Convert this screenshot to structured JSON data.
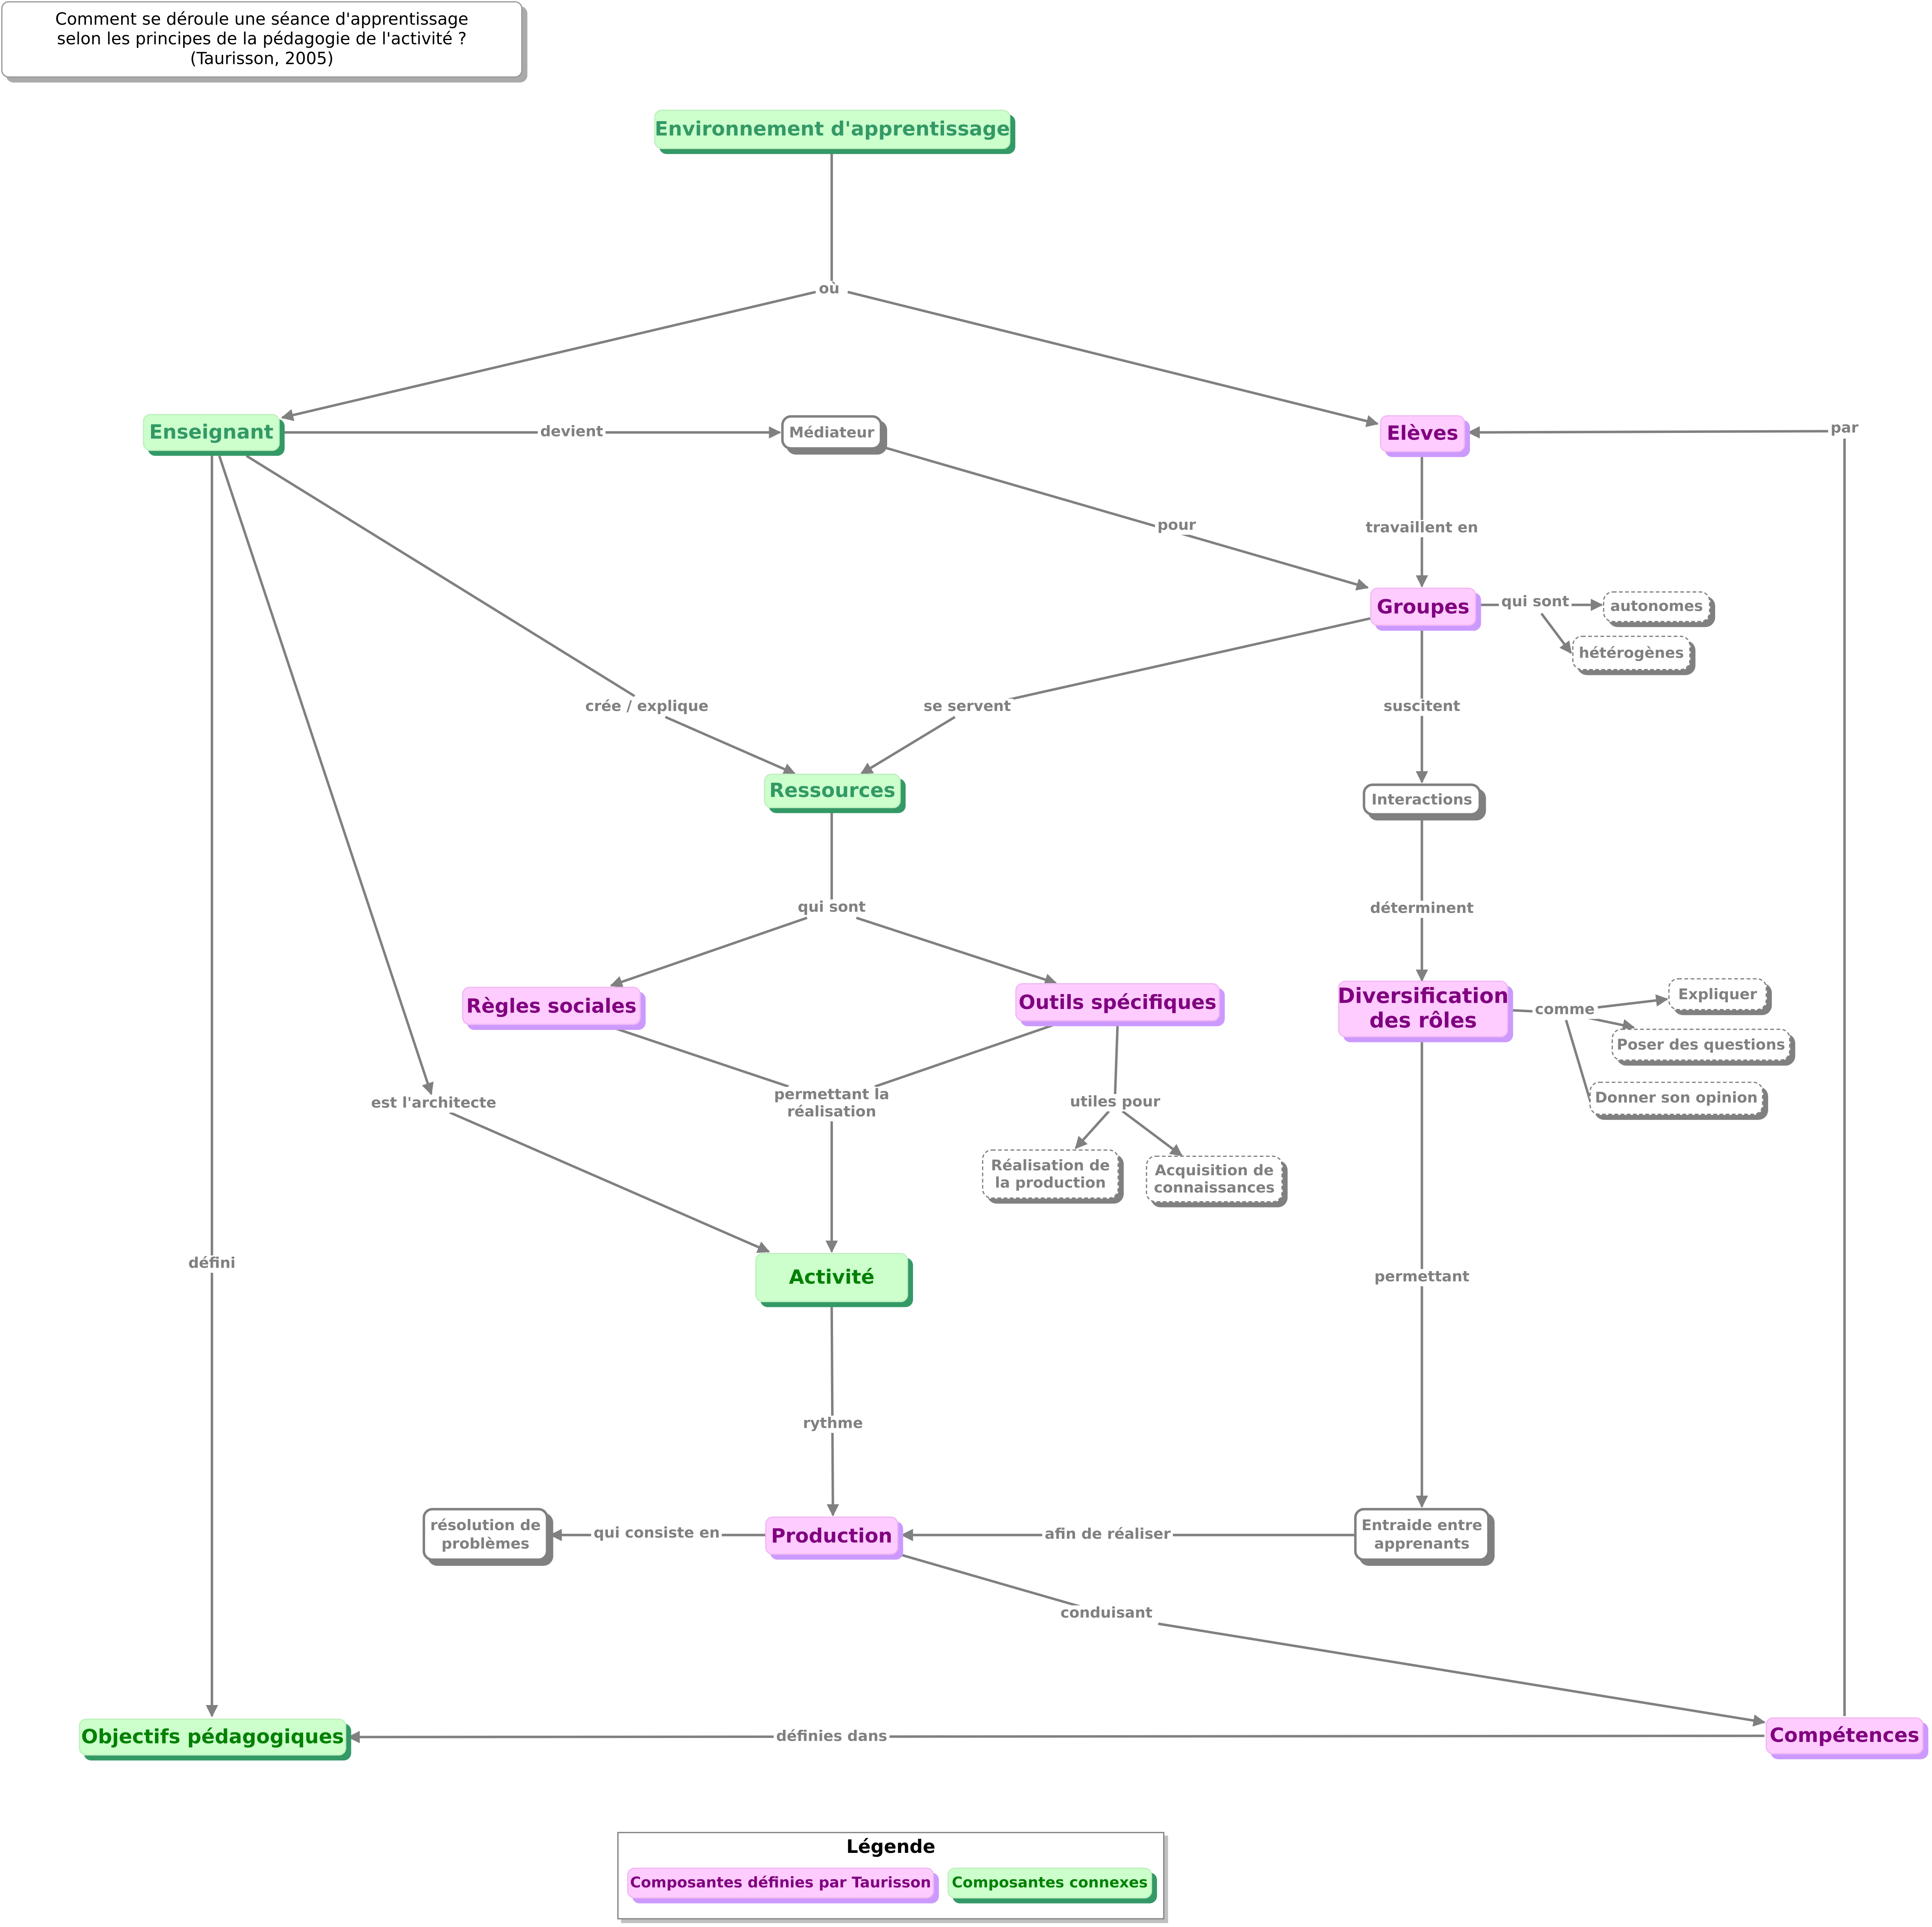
{
  "title": {
    "line1": "Comment se déroule une séance d'apprentissage",
    "line2": "selon les principes de la pédagogie de l'activité ?",
    "line3": "(Taurisson, 2005)"
  },
  "nodes": {
    "environnement": "Environnement d'apprentissage",
    "enseignant": "Enseignant",
    "mediateur": "Médiateur",
    "eleves": "Elèves",
    "groupes": "Groupes",
    "autonomes": "autonomes",
    "heterogenes": "hétérogènes",
    "ressources": "Ressources",
    "interactions": "Interactions",
    "regles": "Règles sociales",
    "outils": "Outils spécifiques",
    "diversification_1": "Diversification",
    "diversification_2": "des rôles",
    "expliquer": "Expliquer",
    "poser": "Poser des questions",
    "donner": "Donner son opinion",
    "realisation_1": "Réalisation de",
    "realisation_2": "la production",
    "acquisition_1": "Acquisition de",
    "acquisition_2": "connaissances",
    "activite": "Activité",
    "production": "Production",
    "resolution_1": "résolution de",
    "resolution_2": "problèmes",
    "entraide_1": "Entraide entre",
    "entraide_2": "apprenants",
    "objectifs": "Objectifs pédagogiques",
    "competences": "Compétences"
  },
  "links": {
    "ou": "où",
    "devient": "devient",
    "pour": "pour",
    "par": "par",
    "travaillent": "travaillent en",
    "qui_sont_groupes": "qui sont",
    "cree": "crée / explique",
    "se_servent": "se servent",
    "suscitent": "suscitent",
    "qui_sont_ressources": "qui sont",
    "determinent": "déterminent",
    "comme": "comme",
    "utiles": "utiles pour",
    "permettant_real_1": "permettant la",
    "permettant_real_2": "réalisation",
    "architecte": "est l'architecte",
    "defini": "défini",
    "permettant": "permettant",
    "rythme": "rythme",
    "consiste": "qui consiste en",
    "afin": "afin de réaliser",
    "conduisant": "conduisant",
    "definies": "définies dans"
  },
  "legend": {
    "title": "Légende",
    "taurisson": "Composantes définies par Taurisson",
    "connexes": "Composantes connexes"
  },
  "colors": {
    "green_fill": "#ccffcc",
    "green_text": "#339966",
    "green_dark_text": "#008000",
    "pink_fill": "#ffccff",
    "pink_text": "#800080",
    "pink_shadow": "#cc99ff",
    "line": "#808080"
  }
}
